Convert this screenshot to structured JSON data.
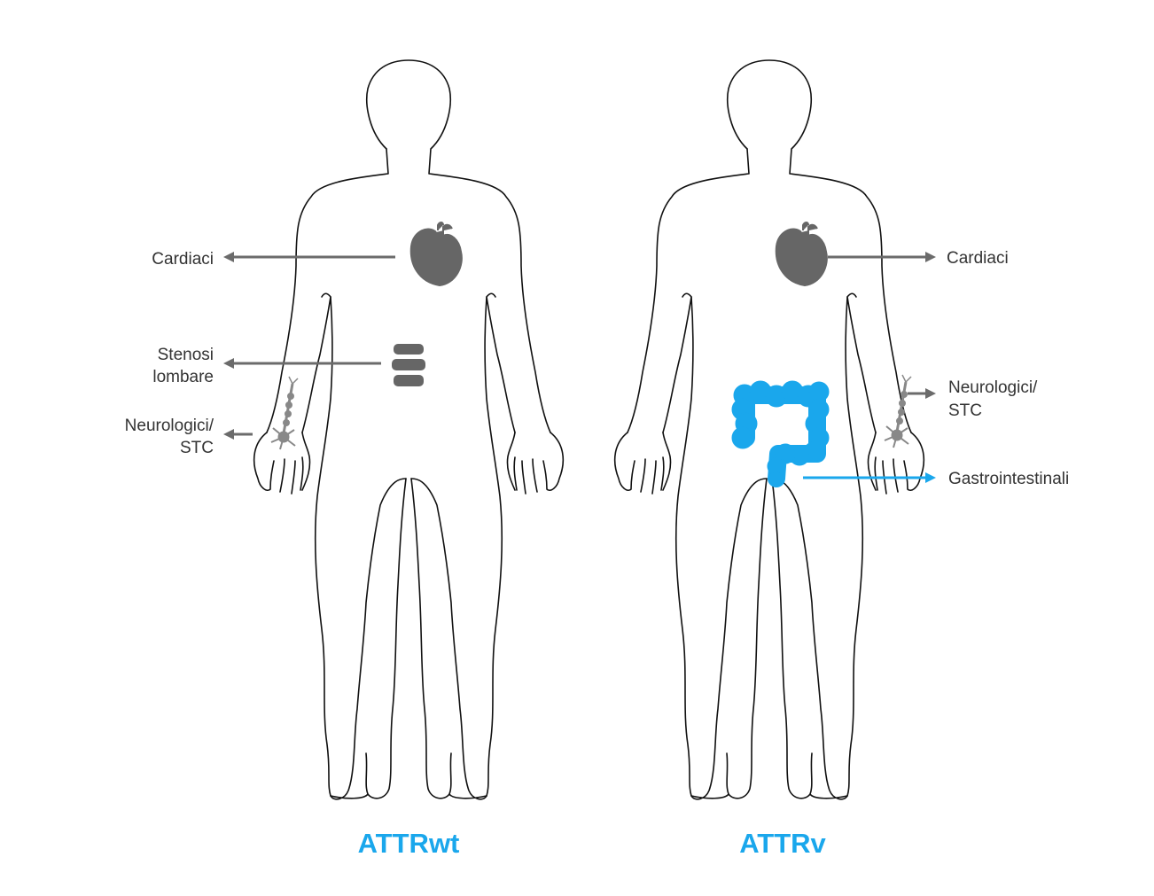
{
  "figures": [
    {
      "title": "ATTRwt",
      "labels": {
        "cardiac": "Cardiaci",
        "spine_line1": "Stenosi",
        "spine_line2": "lombare",
        "neuro_line1": "Neurologici/",
        "neuro_line2": "STC"
      }
    },
    {
      "title": "ATTRv",
      "labels": {
        "cardiac": "Cardiaci",
        "neuro_line1": "Neurologici/",
        "neuro_line2": "STC",
        "gi": "Gastrointestinali"
      }
    }
  ],
  "colors": {
    "accent": "#1aa7ec",
    "organ": "#666666",
    "arrow": "#6b6b6b",
    "outline": "#111111"
  }
}
